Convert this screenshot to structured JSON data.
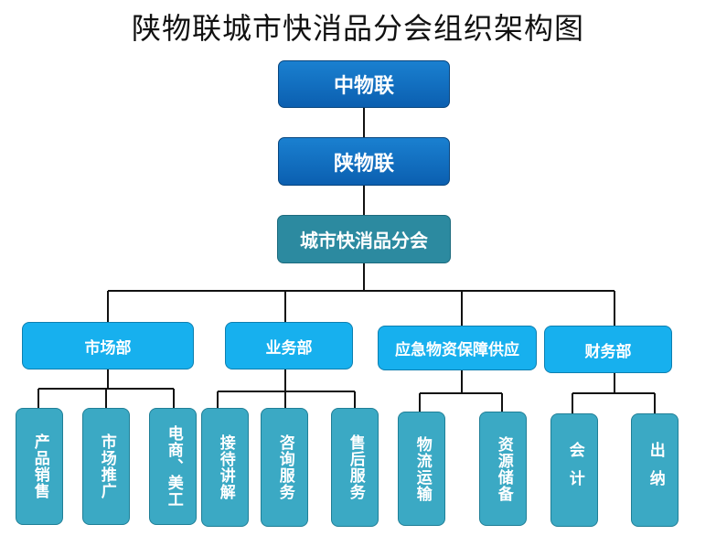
{
  "title": "陕物联城市快消品分会组织架构图",
  "nodes": {
    "l1": "中物联",
    "l2": "陕物联",
    "l3": "城市快消品分会",
    "dept_market": "市场部",
    "dept_business": "业务部",
    "dept_supply": "应急物资保障供应",
    "dept_finance": "财务部",
    "leaf_sales": "产品销售",
    "leaf_promo": "市场推广",
    "leaf_ecom": "电商、美工",
    "leaf_reception": "接待讲解",
    "leaf_consult": "咨询服务",
    "leaf_aftersale": "售后服务",
    "leaf_transport": "物流运输",
    "leaf_reserve": "资源储备",
    "leaf_accounting": "会计",
    "leaf_cashier": "出纳"
  }
}
